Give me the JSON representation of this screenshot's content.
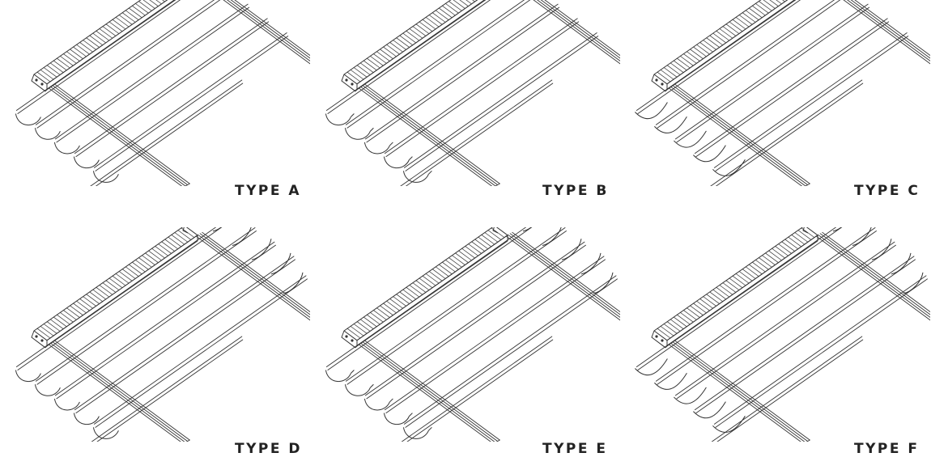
{
  "panels": [
    {
      "label": "TYPE A",
      "blades": "hang",
      "overhang": "front"
    },
    {
      "label": "TYPE B",
      "blades": "hang-front",
      "overhang": "front"
    },
    {
      "label": "TYPE C",
      "blades": "scallop",
      "overhang": "front"
    },
    {
      "label": "TYPE D",
      "blades": "hang",
      "overhang": "both"
    },
    {
      "label": "TYPE E",
      "blades": "hang-front",
      "overhang": "both"
    },
    {
      "label": "TYPE F",
      "blades": "scallop",
      "overhang": "both"
    }
  ],
  "colors": {
    "line": "#333333",
    "background": "#ffffff",
    "label": "#222222"
  }
}
